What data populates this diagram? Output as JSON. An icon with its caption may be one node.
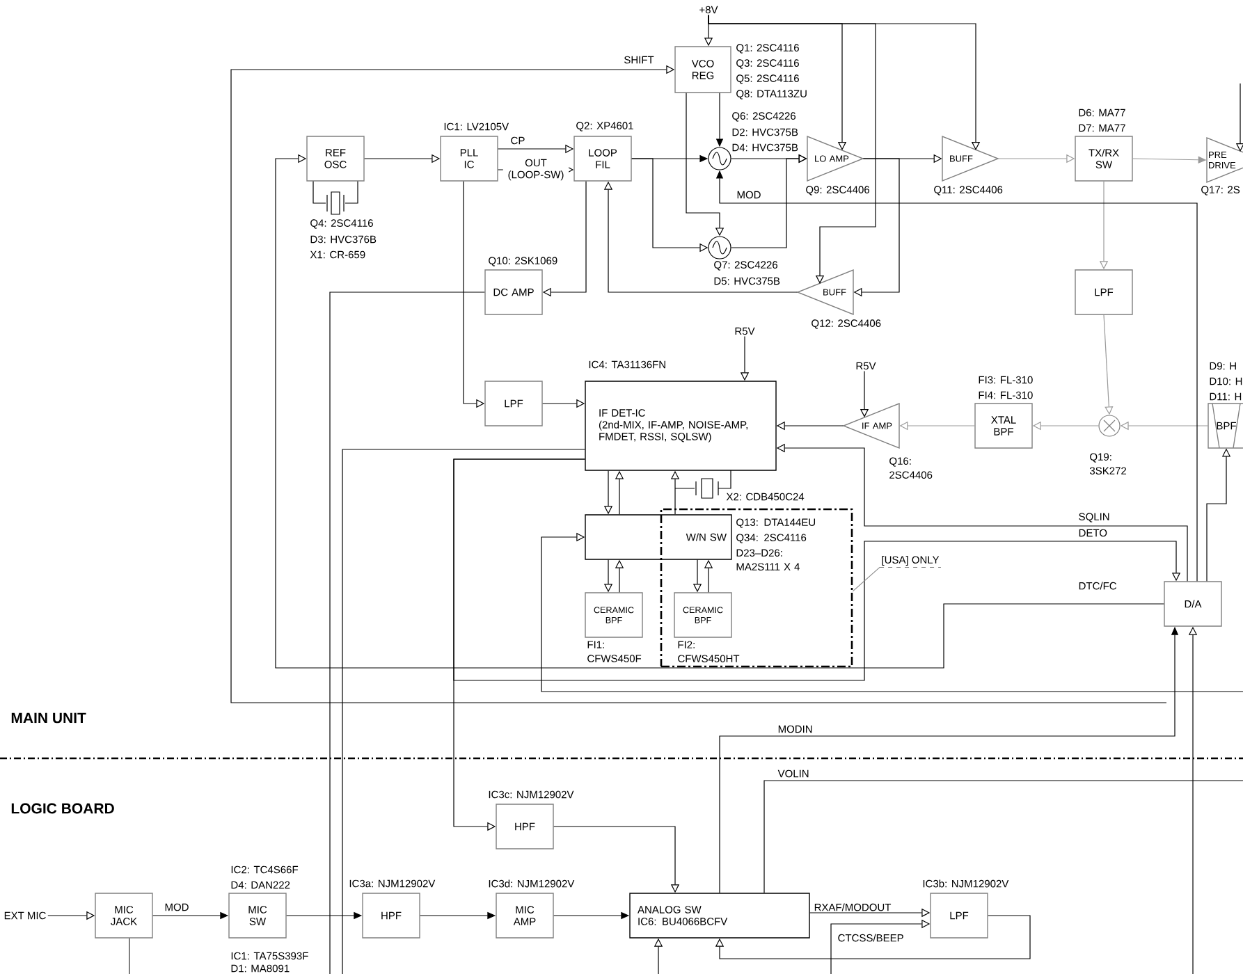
{
  "diagram": {
    "nodes": [
      {
        "text": [
          "REF OSC"
        ],
        "beside": [
          "Q4: 2SC4116",
          "D3: HVC376B",
          "X1: CR-659"
        ]
      },
      {
        "text": [
          "PLL IC"
        ],
        "beside": [
          "IC1: LV2105V"
        ]
      },
      {
        "text": [
          "LOOP FIL"
        ],
        "beside": [
          "Q2: XP4601"
        ]
      },
      {
        "text": [
          "VCO REG"
        ],
        "beside": [
          "Q1: 2SC4116",
          "Q3: 2SC4116",
          "Q5: 2SC4116",
          "Q8: DTA113ZU"
        ]
      },
      {
        "text": [],
        "shape": "circle",
        "beside": [
          "Q6: 2SC4226",
          "D2: HVC375B",
          "D4: HVC375B"
        ]
      },
      {
        "text": [],
        "shape": "circle",
        "beside": [
          "Q7: 2SC4226",
          "D5: HVC375B"
        ]
      },
      {
        "text": [
          "LO AMP"
        ],
        "beside": [
          "Q9: 2SC4406"
        ]
      },
      {
        "text": [
          "BUFF"
        ],
        "beside": [
          "Q11: 2SC4406"
        ]
      },
      {
        "text": [
          "TX/RX SW"
        ],
        "beside": [
          "D6: MA77",
          "D7: MA77"
        ]
      },
      {
        "text": [
          "PRE DRIVE"
        ],
        "beside": [
          "Q17: 2S"
        ]
      },
      {
        "text": [
          "BUFF"
        ],
        "beside": [
          "Q12: 2SC4406"
        ]
      },
      {
        "text": [
          "DC AMP"
        ],
        "beside": [
          "Q10: 2SK1069"
        ]
      },
      {
        "text": [
          "LPF"
        ]
      },
      {
        "text": [
          "LPF"
        ]
      },
      {
        "text": [
          "IF DET-IC",
          "(2nd-MIX, IF-AMP, NOISE-AMP, FMDET, RSSI, SQLSW)"
        ],
        "beside": [
          "IC4: TA31136FN"
        ]
      },
      {
        "text": [
          "IF AMP"
        ],
        "beside": [
          "Q16: 2SC4406"
        ]
      },
      {
        "text": [
          "XTAL BPF"
        ],
        "beside": [
          "FI3: FL-310",
          "FI4: FL-310"
        ]
      },
      {
        "text": [],
        "shape": "circle",
        "beside": [
          "Q19: 3SK272"
        ]
      },
      {
        "text": [
          "BPF"
        ],
        "beside": [
          "D9: H",
          "D10: H",
          "D11: H"
        ]
      },
      {
        "text": [
          "W/N SW"
        ],
        "beside": [
          "Q13: DTA144EU",
          "Q34: 2SC4116",
          "D23–D26: MA2S111 X 4"
        ]
      },
      {
        "text": [
          "CERAMIC BPF"
        ],
        "beside": [
          "FI1: CFWS450F"
        ]
      },
      {
        "text": [
          "CERAMIC BPF"
        ],
        "beside": [
          "FI2: CFWS450HT"
        ],
        "in": 35
      },
      {
        "text": [
          "D/A"
        ]
      },
      {
        "text": [
          "MIC JACK"
        ]
      },
      {
        "text": [
          "MIC SW"
        ],
        "beside": [
          "IC2: TC4S66F",
          "D4: DAN222"
        ]
      },
      {
        "text": [
          "HPF"
        ],
        "beside": [
          "IC3a: NJM12902V"
        ]
      },
      {
        "text": [
          "MIC AMP"
        ],
        "beside": [
          "IC3d: NJM12902V"
        ]
      },
      {
        "text": [
          "HPF"
        ],
        "beside": [
          "IC3c: NJM12902V"
        ]
      },
      {
        "text": [
          "ANALOG SW",
          "IC6: BU4066BCFV"
        ]
      },
      {
        "text": [
          "LPF"
        ],
        "beside": [
          "IC3b: NJM12902V"
        ]
      },
      {
        "text": [
          "EXT MIC"
        ]
      },
      {
        "text": [
          "+8V"
        ]
      },
      {
        "text": [
          "R5V"
        ]
      },
      {
        "text": [
          "R5V"
        ]
      },
      {
        "text": [
          "[USA] ONLY"
        ]
      },
      {
        "text": [],
        "shape": "box"
      }
    ],
    "edges": [
      {
        "from": 0,
        "to": 1,
        "arrow": "to"
      },
      {
        "from": 1,
        "to": 2,
        "arrow": "to",
        "label": "CP"
      },
      {
        "from": 1,
        "to": 2,
        "arrow": "to",
        "label": "OUT (LOOP-SW)"
      },
      {
        "from": 2,
        "to": 4,
        "arrow": "to"
      },
      {
        "from": 2,
        "to": 5,
        "arrow": "to"
      },
      {
        "from": 3,
        "to": 4,
        "arrow": "to"
      },
      {
        "from": 3,
        "to": 5,
        "arrow": "to"
      },
      {
        "from": 4,
        "to": 6,
        "arrow": "to"
      },
      {
        "from": 5,
        "to": 6,
        "arrow": "to"
      },
      {
        "from": 6,
        "to": 7,
        "arrow": "to"
      },
      {
        "from": 7,
        "to": 8,
        "arrow": "to",
        "color": "#999999"
      },
      {
        "from": 8,
        "to": 9,
        "arrow": "to",
        "color": "#999999"
      },
      {
        "from": 8,
        "to": 12,
        "arrow": "to",
        "color": "#999999"
      },
      {
        "from": 12,
        "to": 17,
        "arrow": "to",
        "color": "#999999"
      },
      {
        "from": 18,
        "to": 17,
        "arrow": "to",
        "color": "#999999"
      },
      {
        "from": 17,
        "to": 16,
        "arrow": "to",
        "color": "#999999"
      },
      {
        "from": 16,
        "to": 15,
        "arrow": "to",
        "color": "#999999"
      },
      {
        "from": 15,
        "to": 14,
        "arrow": "to"
      },
      {
        "from": 6,
        "to": 10,
        "arrow": "to"
      },
      {
        "from": 10,
        "to": 2,
        "arrow": "to"
      },
      {
        "from": 2,
        "to": 11,
        "arrow": "to"
      },
      {
        "from": 1,
        "to": 13,
        "arrow": "to"
      },
      {
        "from": 13,
        "to": 14,
        "arrow": "to"
      },
      {
        "from": 31,
        "to": 3,
        "arrow": "to"
      },
      {
        "from": 31,
        "to": 6,
        "arrow": "to"
      },
      {
        "from": 31,
        "to": 7,
        "arrow": "to"
      },
      {
        "from": 31,
        "to": 10,
        "arrow": "to"
      },
      {
        "from": 32,
        "to": 14,
        "arrow": "to"
      },
      {
        "from": 33,
        "to": 15,
        "arrow": "to"
      },
      {
        "from": 22,
        "to": 4,
        "arrow": "to",
        "label": "MOD"
      },
      {
        "from": 22,
        "to": 14,
        "arrow": "to",
        "label": "SQLIN"
      },
      {
        "from": 14,
        "to": 22,
        "arrow": "to",
        "label": "DETO"
      },
      {
        "from": 22,
        "to": 0,
        "arrow": "to",
        "label": "DTC/FC"
      },
      {
        "from": 22,
        "to": 18,
        "arrow": "to"
      },
      {
        "from": 14,
        "to": 19,
        "arrow": "to"
      },
      {
        "from": 19,
        "to": 14,
        "arrow": "to"
      },
      {
        "from": 19,
        "to": 14,
        "arrow": "to"
      },
      {
        "from": 19,
        "to": 20,
        "arrow": "to"
      },
      {
        "from": 20,
        "to": 19,
        "arrow": "to"
      },
      {
        "from": 19,
        "to": 21,
        "arrow": "to"
      },
      {
        "from": 21,
        "to": 19,
        "arrow": "to"
      },
      {
        "from": 14,
        "to": 27,
        "arrow": "to"
      },
      {
        "from": null,
        "to": 3,
        "arrow": "to",
        "label": "SHIFT"
      },
      {
        "from": 11,
        "to": null,
        "arrow": "none"
      },
      {
        "from": 14,
        "to": null,
        "arrow": "none"
      },
      {
        "from": null,
        "to": 19,
        "arrow": "to"
      },
      {
        "from": null,
        "to": 22,
        "arrow": "to"
      },
      {
        "from": 30,
        "to": 23,
        "arrow": "to"
      },
      {
        "from": 23,
        "to": 24,
        "arrow": "to",
        "label": "MOD"
      },
      {
        "from": 24,
        "to": 25,
        "arrow": "to"
      },
      {
        "from": 25,
        "to": 26,
        "arrow": "to"
      },
      {
        "from": 26,
        "to": 28,
        "arrow": "to"
      },
      {
        "from": 27,
        "to": 28,
        "arrow": "to"
      },
      {
        "from": 28,
        "to": 29,
        "arrow": "to",
        "label": "RXAF/MODOUT"
      },
      {
        "from": null,
        "to": 29,
        "arrow": "to",
        "label": "CTCSS/BEEP"
      },
      {
        "from": 29,
        "to": 28,
        "arrow": "to"
      },
      {
        "from": 28,
        "to": 22,
        "arrow": "to",
        "label": "MODIN"
      },
      {
        "from": 28,
        "to": null,
        "arrow": "none",
        "label": "VOLIN"
      },
      {
        "from": null,
        "to": 28,
        "arrow": "to"
      },
      {
        "from": 23,
        "to": null,
        "arrow": "none"
      },
      {
        "from": null,
        "to": 9,
        "arrow": "to"
      },
      {
        "from": 34,
        "to": 35,
        "arrow": "none",
        "color": "#808080"
      }
    ],
    "labels": [
      "X2: CDB450C24",
      "MAIN UNIT",
      "LOGIC BOARD",
      "IC1: TA75S393F",
      "D1: MA8091"
    ]
  }
}
